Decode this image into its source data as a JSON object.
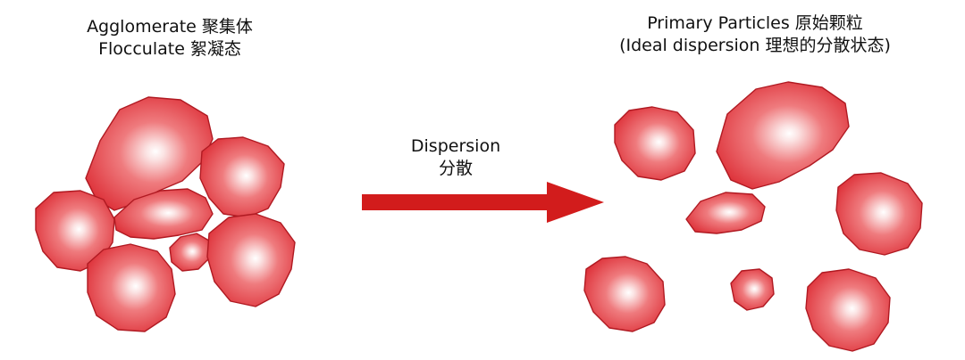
{
  "left_label": {
    "line1": "Agglomerate 聚集体",
    "line2": "Flocculate 絮凝态"
  },
  "right_label": {
    "line1": "Primary Particles 原始颗粒",
    "line2": "(Ideal dispersion 理想的分散状态)"
  },
  "arrow_label": {
    "line1": "Dispersion",
    "line2": "分散"
  },
  "colors": {
    "particle_highlight": "#ffffff",
    "particle_body": "#e8474c",
    "particle_edge": "#b01a22",
    "arrow": "#d21c1c"
  }
}
